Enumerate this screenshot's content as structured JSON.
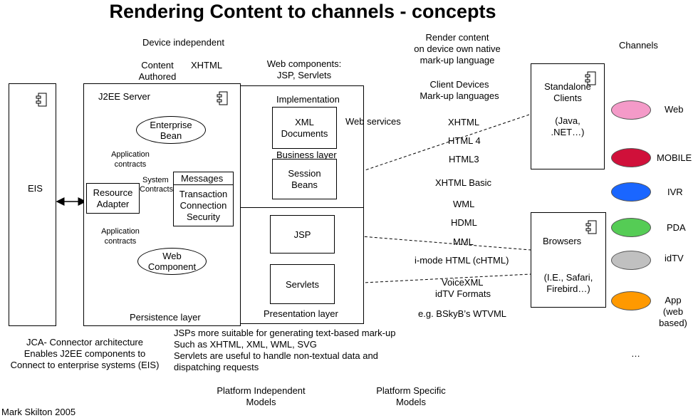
{
  "title": "Rendering Content to channels - concepts",
  "device_independent": "Device independent",
  "content_authored": [
    "Content",
    "Authored"
  ],
  "xhtml_top": "XHTML",
  "web_components": [
    "Web components:",
    "JSP, Servlets"
  ],
  "render_content": [
    "Render content",
    "on device own native",
    "mark-up language"
  ],
  "channels_header": "Channels",
  "eis": "EIS",
  "j2ee_server": "J2EE Server",
  "enterprise_bean": [
    "Enterprise",
    "Bean"
  ],
  "application_contracts_top": [
    "Application",
    "contracts"
  ],
  "system_contracts": [
    "System",
    "Contracts"
  ],
  "resource_adapter": [
    "Resource",
    "Adapter"
  ],
  "messages": "Messages",
  "transaction": [
    "Transaction",
    "Connection",
    "Security"
  ],
  "application_contracts_bottom": [
    "Application",
    "contracts"
  ],
  "web_component": [
    "Web",
    "Component"
  ],
  "persistence_layer": "Persistence layer",
  "implementation": "Implementation",
  "xml_documents": [
    "XML",
    "Documents"
  ],
  "web_services": "Web services",
  "business_layer": "Business layer",
  "session_beans": [
    "Session",
    "Beans"
  ],
  "jsp": "JSP",
  "servlets": "Servlets",
  "presentation_layer": "Presentation layer",
  "client_devices": [
    "Client Devices",
    "Mark-up languages"
  ],
  "markup_languages": [
    "XHTML",
    "HTML 4",
    "HTML3",
    "XHTML Basic",
    "WML",
    "HDML",
    "MML",
    "i-mode HTML (cHTML)",
    "VoiceXML",
    "idTV Formats",
    "e.g. BSkyB’s WTVML"
  ],
  "standalone_clients": [
    "Standalone",
    "Clients",
    "",
    "(Java,",
    ".NET…)"
  ],
  "browsers": "Browsers",
  "browsers_list": [
    "(I.E., Safari,",
    "Firebird…)"
  ],
  "channels": [
    {
      "label": "Web",
      "color": "#f49ac8"
    },
    {
      "label": "MOBILE",
      "color": "#d0103a"
    },
    {
      "label": "IVR",
      "color": "#1a66ff"
    },
    {
      "label": "PDA",
      "color": "#55cc55"
    },
    {
      "label": "idTV",
      "color": "#c0c0c0"
    },
    {
      "label": "App",
      "color": "#ff9900"
    }
  ],
  "app_extra": [
    "(web",
    "based)"
  ],
  "ellipsis": "…",
  "jca_notes": [
    "JCA- Connector architecture",
    "Enables J2EE components to",
    "Connect to enterprise systems (EIS)"
  ],
  "jsp_notes": [
    "JSPs more suitable for generating text-based mark-up",
    "Such as XHTML, XML, WML, SVG",
    "Servlets are useful to handle non-textual data and",
    "dispatching requests"
  ],
  "platform_independent": [
    "Platform Independent",
    "Models"
  ],
  "platform_specific": [
    "Platform Specific",
    "Models"
  ],
  "author": "Mark Skilton 2005"
}
